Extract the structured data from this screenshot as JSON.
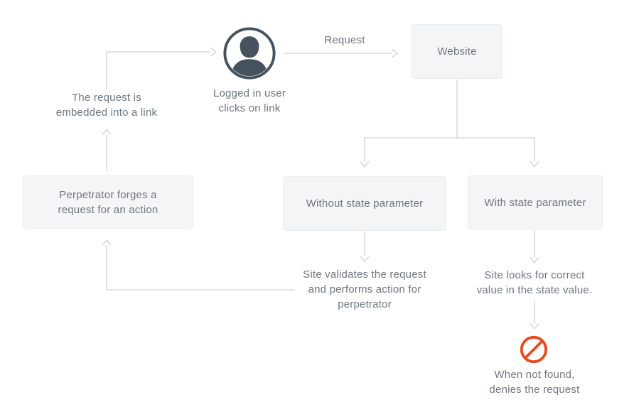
{
  "diagram": {
    "kind": "flowchart",
    "nodes": {
      "user_caption": "Logged in user\nclicks on link",
      "request_label": "Request",
      "website": "Website",
      "embedded_link": "The request is\nembedded into a link",
      "perpetrator": "Perpetrator forges a\nrequest for an action",
      "without_state": "Without state parameter",
      "with_state": "With state parameter",
      "site_validates": "Site validates the request\nand performs action for\nperpetrator",
      "site_looks": "Site looks for correct\nvalue in the state value.",
      "denies": "When not found,\ndenies the request"
    },
    "icons": {
      "user": "user-avatar-icon",
      "deny": "prohibition-icon"
    },
    "edges": [
      {
        "from": "perpetrator",
        "to": "embedded_link",
        "label": ""
      },
      {
        "from": "embedded_link",
        "to": "user",
        "label": ""
      },
      {
        "from": "user",
        "to": "website",
        "label": "Request"
      },
      {
        "from": "website",
        "to": "without_state",
        "label": ""
      },
      {
        "from": "website",
        "to": "with_state",
        "label": ""
      },
      {
        "from": "without_state",
        "to": "site_validates",
        "label": ""
      },
      {
        "from": "site_validates",
        "to": "perpetrator",
        "label": ""
      },
      {
        "from": "with_state",
        "to": "site_looks",
        "label": ""
      },
      {
        "from": "site_looks",
        "to": "deny_icon",
        "label": ""
      }
    ],
    "colors": {
      "box_fill": "#f4f5f6",
      "box_border": "#eaecee",
      "connector": "#ced2d6",
      "text": "#6e7780",
      "avatar": "#46525e",
      "deny": "#e8491f"
    }
  }
}
